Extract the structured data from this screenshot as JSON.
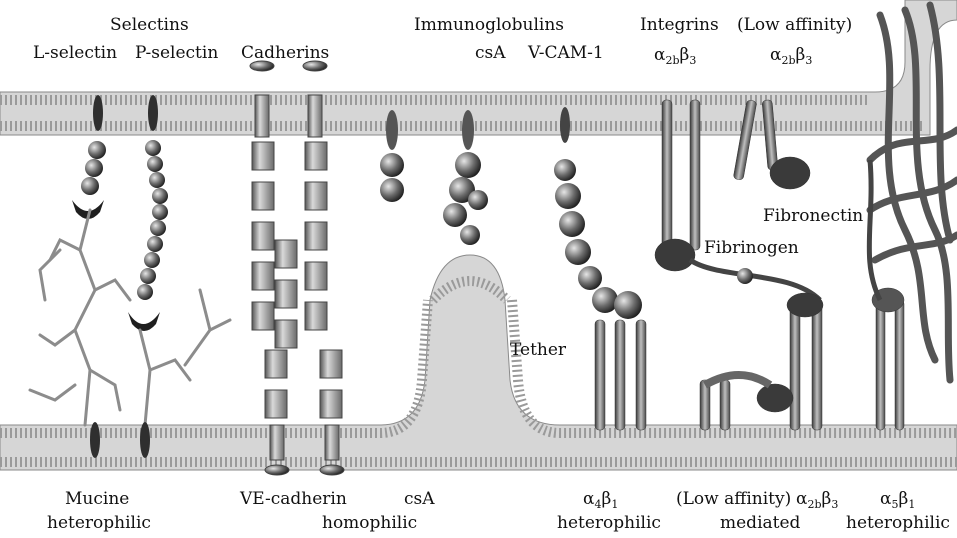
{
  "labels": {
    "selectins": "Selectins",
    "l_selectin": "L-selectin",
    "p_selectin": "P-selectin",
    "cadherins": "Cadherins",
    "immunoglobulins": "Immunoglobulins",
    "csa_top": "csA",
    "vcam1": "V-CAM-1",
    "integrins": "Integrins",
    "integrin_top": {
      "base": "α",
      "sub1": "2b",
      "mid": "β",
      "sub2": "3"
    },
    "low_affinity_top": "(Low affinity)",
    "low_affinity_integrin": {
      "base": "α",
      "sub1": "2b",
      "mid": "β",
      "sub2": "3"
    },
    "fibronectin": "Fibronectin",
    "fibrinogen": "Fibrinogen",
    "tether": "Tether",
    "mucine": "Mucine",
    "heterophilic_1": "heterophilic",
    "ve_cadherin": "VE-cadherin",
    "csa_bottom": "csA",
    "homophilic": "homophilic",
    "a4b1": {
      "base": "α",
      "sub1": "4",
      "mid": "β",
      "sub2": "1"
    },
    "heterophilic_2": "heterophilic",
    "low_affinity_bottom": "(Low affinity)",
    "a2bb3_bottom": {
      "base": "α",
      "sub1": "2b",
      "mid": "β",
      "sub2": "3"
    },
    "mediated": "mediated",
    "a5b1": {
      "base": "α",
      "sub1": "5",
      "mid": "β",
      "sub2": "1"
    },
    "heterophilic_3": "heterophilic"
  },
  "colors": {
    "membrane": "#d6d6d6",
    "membrane_outline": "#8a8a8a",
    "protein_dark": "#2f2f2f",
    "protein_mid": "#7a7a7a",
    "protein_light": "#bdbdbd",
    "glycan": "#8c8c8c"
  }
}
